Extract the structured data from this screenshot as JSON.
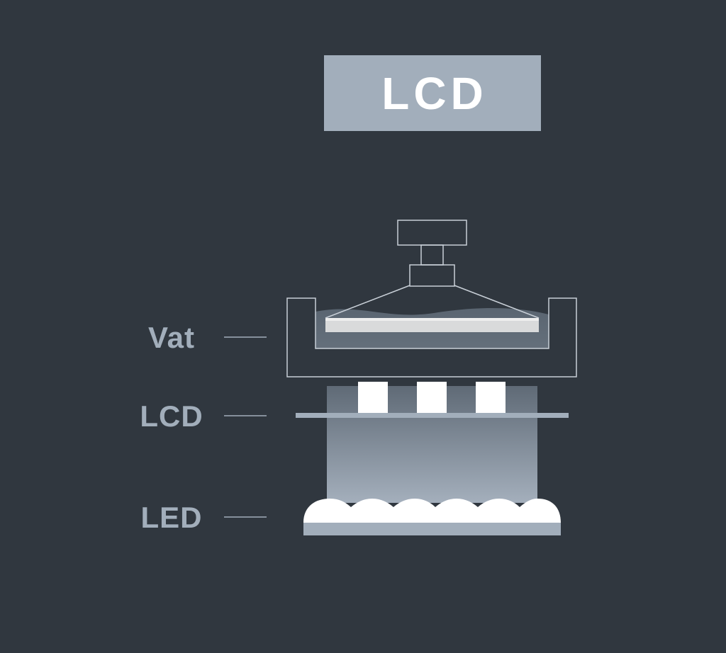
{
  "title": "LCD",
  "labels": {
    "vat": "Vat",
    "lcd": "LCD",
    "led": "LED"
  },
  "colors": {
    "background": "#30373f",
    "accent": "#a2aebb",
    "light": "#ffffff",
    "line": "#c8cfd7"
  }
}
